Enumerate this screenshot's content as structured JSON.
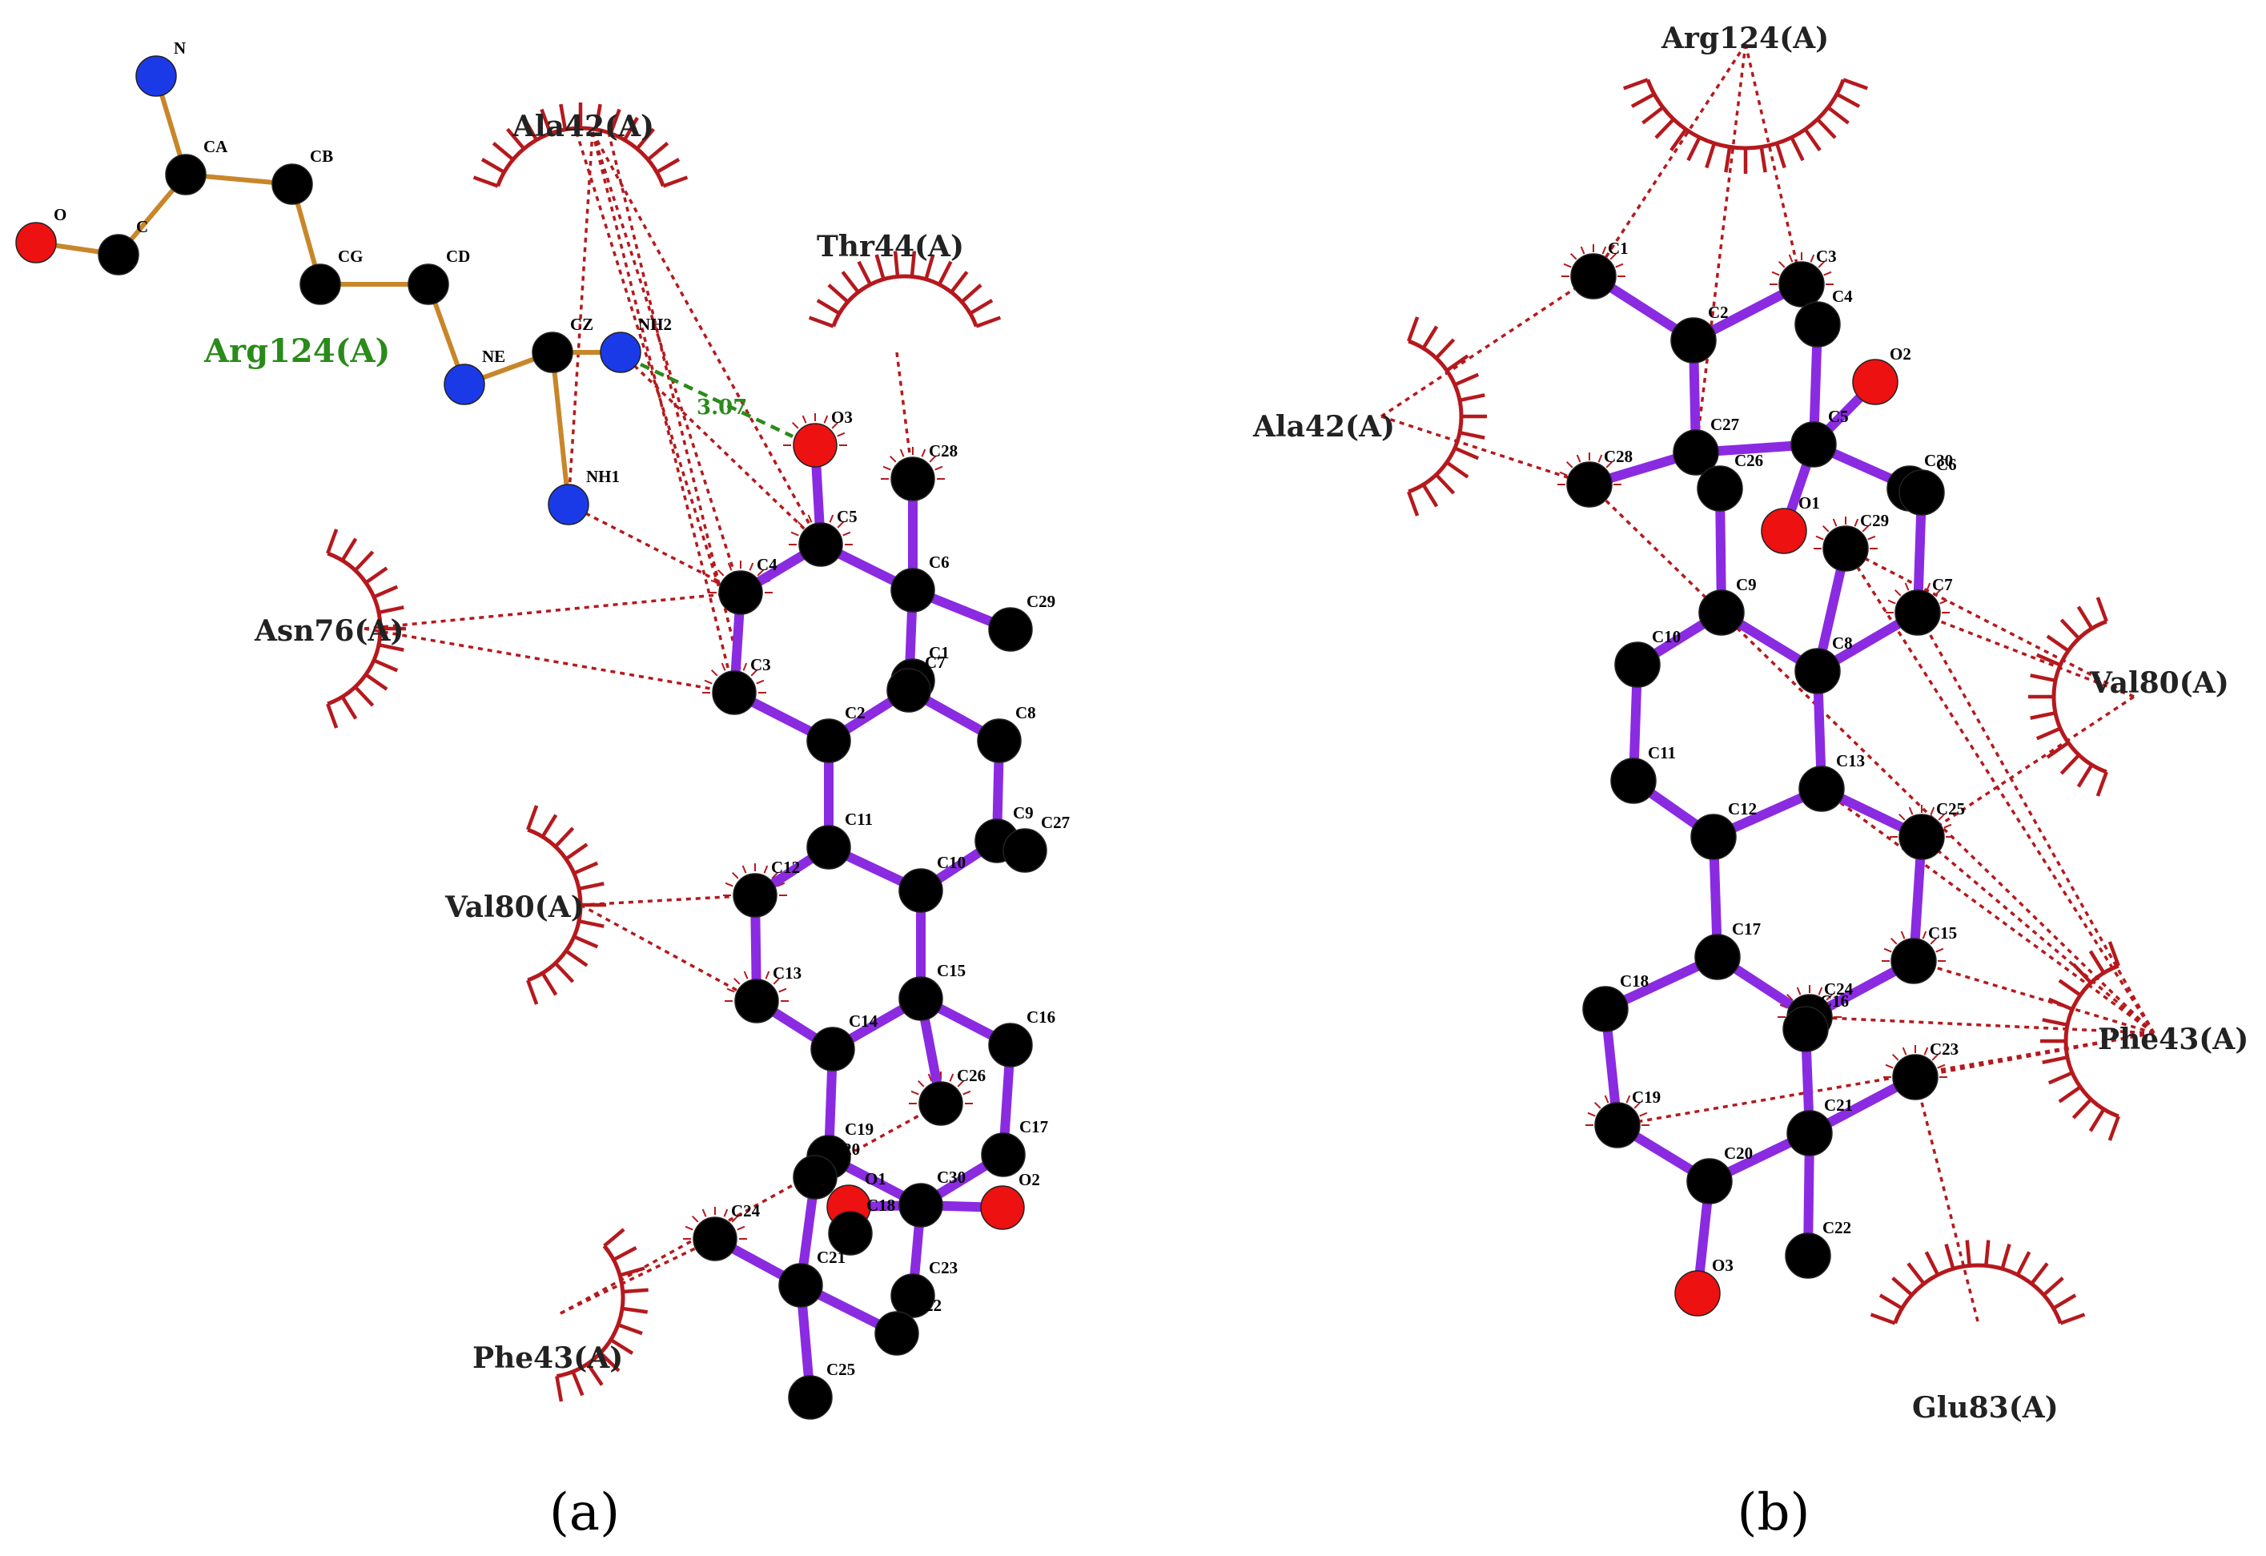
{
  "colors": {
    "ligand_bond": "#8a2be2",
    "residue_bond": "#c8862a",
    "hydrophobic": "#b5191d",
    "contact_line": "#b5191d",
    "hbond": "#2a8a1a",
    "atom_C": "#000000",
    "atom_N": "#1a3ae8",
    "atom_O": "#ee1111"
  },
  "panels": [
    {
      "id": "a",
      "label": "(a)",
      "hbond_residue": {
        "label": "Arg124(A)",
        "atoms": [
          "N",
          "CA",
          "CB",
          "CG",
          "CD",
          "NE",
          "CZ",
          "NH1",
          "NH2",
          "C",
          "O"
        ],
        "hbond_distance": "3.07"
      },
      "hydrophobic_residues": [
        "Ala42(A)",
        "Thr44(A)",
        "Asn76(A)",
        "Val80(A)",
        "Phe43(A)"
      ],
      "ligand_atoms": [
        "O3",
        "C5",
        "C28",
        "C4",
        "C6",
        "C29",
        "C3",
        "C1",
        "C7",
        "C8",
        "C2",
        "C11",
        "C9",
        "C27",
        "C12",
        "C10",
        "C13",
        "C15",
        "C16",
        "C14",
        "C26",
        "C19",
        "C20",
        "C17",
        "C21",
        "O1",
        "C30",
        "O2",
        "C18",
        "C24",
        "C23",
        "C25",
        "C22"
      ]
    },
    {
      "id": "b",
      "label": "(b)",
      "hydrophobic_residues": [
        "Arg124(A)",
        "Ala42(A)",
        "Val80(A)",
        "Phe43(A)",
        "Glu83(A)"
      ],
      "ligand_atoms": [
        "C1",
        "C3",
        "C4",
        "C2",
        "O2",
        "C27",
        "C5",
        "C28",
        "C30",
        "C6",
        "O1",
        "C26",
        "C29",
        "C9",
        "C7",
        "C10",
        "C8",
        "C11",
        "C13",
        "C25",
        "C12",
        "C17",
        "C15",
        "C18",
        "C24",
        "C16",
        "C23",
        "C19",
        "C21",
        "C20",
        "C22",
        "O3"
      ]
    }
  ]
}
